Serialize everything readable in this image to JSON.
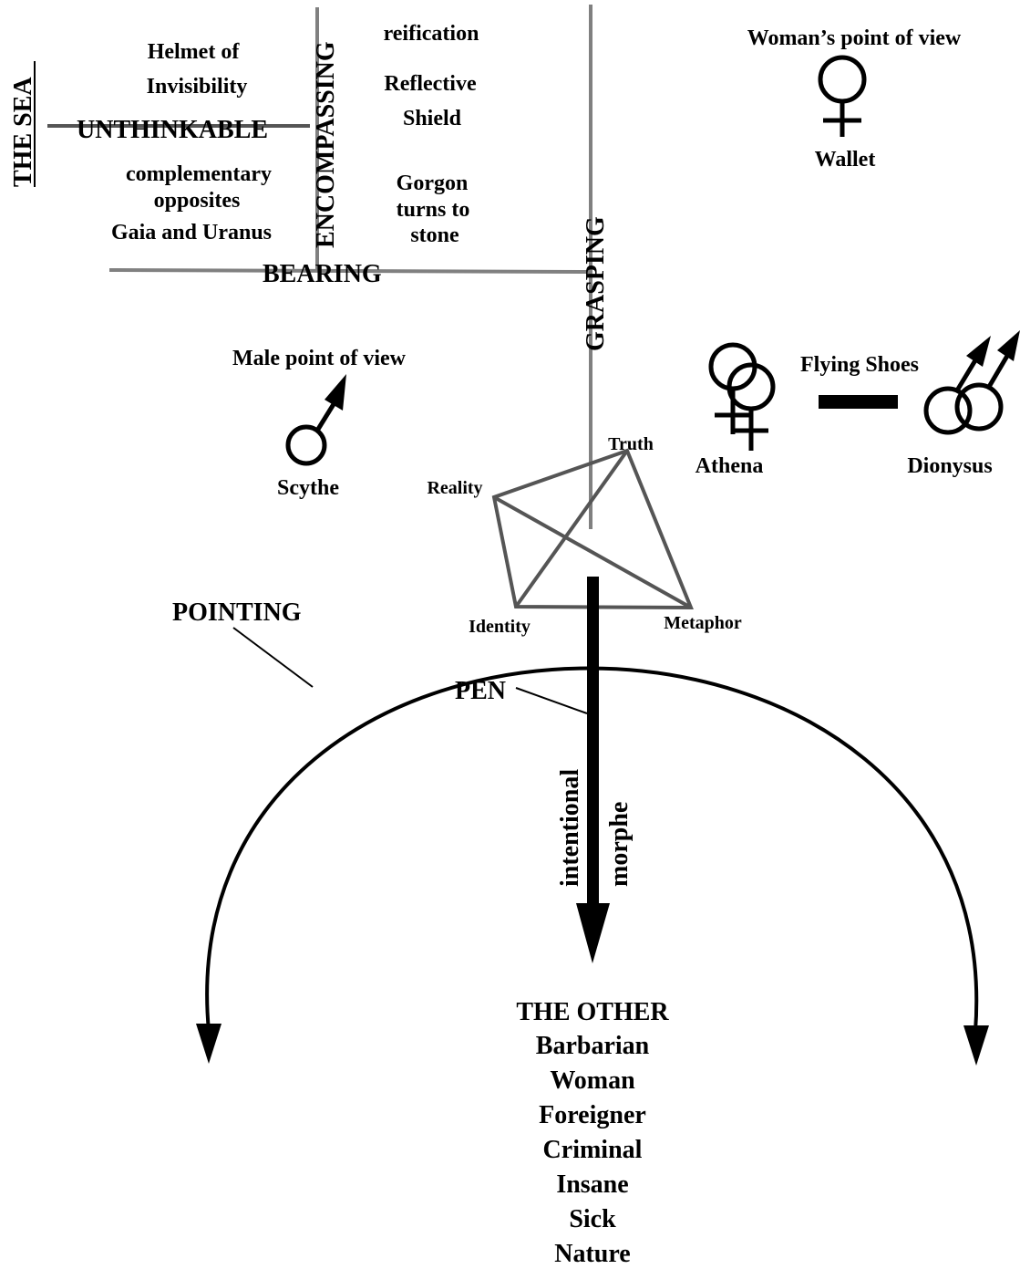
{
  "labels": {
    "the_sea": "THE SEA",
    "helmet_line1": "Helmet of",
    "helmet_line2": "Invisibility",
    "unthinkable": "UNTHINKABLE",
    "complementary_line1": "complementary",
    "complementary_line2": "opposites",
    "complementary_line3": "Gaia and Uranus",
    "encompassing": "ENCOMPASSING",
    "reification": "reification",
    "reflective_line1": "Reflective",
    "reflective_line2": "Shield",
    "gorgon_line1": "Gorgon",
    "gorgon_line2": "turns to",
    "gorgon_line3": "stone",
    "bearing": "BEARING",
    "grasping": "GRASPING",
    "womans_pov": "Woman’s point of view",
    "wallet": "Wallet",
    "male_pov": "Male point of view",
    "scythe": "Scythe",
    "flying_shoes": "Flying Shoes",
    "athena": "Athena",
    "dionysus": "Dionysus",
    "truth": "Truth",
    "reality": "Reality",
    "identity": "Identity",
    "metaphor": "Metaphor",
    "pointing": "POINTING",
    "pen": "PEN",
    "intentional": "intentional",
    "morphe": "morphe"
  },
  "the_other": [
    "THE OTHER",
    "Barbarian",
    "Woman",
    "Foreigner",
    "Criminal",
    "Insane",
    "Sick",
    "Nature"
  ],
  "colors": {
    "ink": "#000000",
    "gray_line": "#808080",
    "dark_gray": "#555555"
  },
  "icons": {
    "female_symbol": "venus-icon",
    "male_symbol": "mars-icon",
    "double_female": "double-venus-icon",
    "double_male": "double-mars-icon"
  }
}
